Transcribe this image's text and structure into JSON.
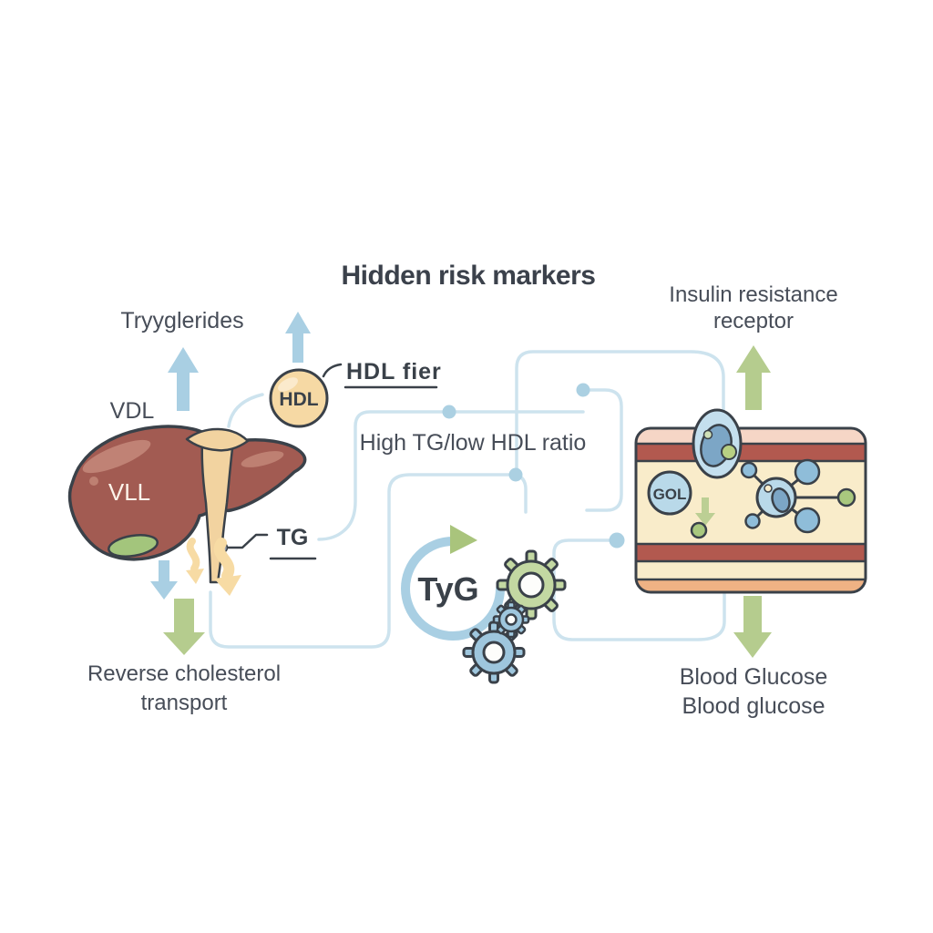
{
  "title": "Hidden risk markers",
  "left_panel": {
    "triglycerides_label": "Tryyglerides",
    "vdl_label": "VDL",
    "liver_label": "VLL",
    "tg_label": "TG",
    "reverse_transport_line1": "Reverse cholesterol",
    "reverse_transport_line2": "transport"
  },
  "center": {
    "hdl_particle_label": "HDL",
    "hdl_fier_label": "HDL fier",
    "ratio_label": "High TG/low HDL ratio",
    "tyg_label": "TyG"
  },
  "right_panel": {
    "insulin_line1": "Insulin resistance",
    "insulin_line2": "receptor",
    "gol_label": "GOL",
    "blood_line1": "Blood Glucose",
    "blood_line2": "Blood glucose"
  },
  "palette": {
    "background": "#ffffff",
    "title_text": "#3b414b",
    "label_text": "#474d58",
    "outline_dark": "#3a4149",
    "wire_blue": "#cde3ee",
    "node_blue": "#abd0e2",
    "arrow_blue": "#a9cfe3",
    "arrow_green": "#b5cc8e",
    "arrow_yellow": "#f7dba4",
    "liver_red": "#a25b52",
    "liver_highlight": "#c5897b",
    "ligament_tan": "#f2d3a0",
    "gallbladder_green": "#a3c57c",
    "hdl_fill": "#f6d9a4",
    "tyg_ring": "#a9cfe3",
    "gear_green": "#c3d8a2",
    "gear_blue": "#9ec6dd",
    "vessel_pink": "#f6d6c6",
    "vessel_red": "#b2594f",
    "vessel_cream": "#f9ecca",
    "vessel_orange": "#efb284",
    "particle_blue": "#8fbdd9",
    "receptor_blue": "#7ca6c6",
    "receptor_light": "#c4dfee"
  }
}
